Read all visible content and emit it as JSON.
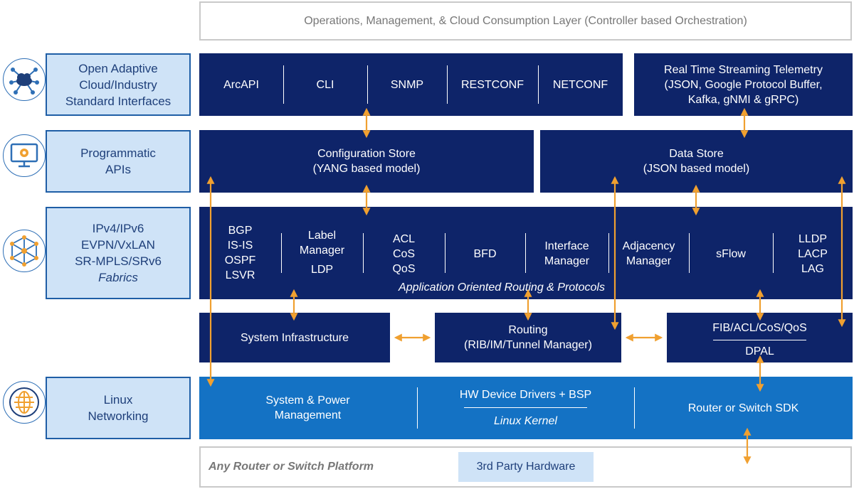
{
  "top_layer": "Operations, Management, & Cloud Consumption Layer (Controller based Orchestration)",
  "side": {
    "row1": [
      "Open Adaptive",
      "Cloud/Industry",
      "Standard Interfaces"
    ],
    "row2": [
      "Programmatic",
      "APIs"
    ],
    "row3": [
      "IPv4/IPv6",
      "EVPN/VxLAN",
      "SR-MPLS/SRv6",
      "Fabrics"
    ],
    "row4": [
      "Linux",
      "Networking"
    ]
  },
  "interfaces": [
    "ArcAPI",
    "CLI",
    "SNMP",
    "RESTCONF",
    "NETCONF"
  ],
  "telemetry": [
    "Real Time Streaming Telemetry",
    "(JSON, Google Protocol  Buffer,",
    "Kafka, gNMI & gRPC)"
  ],
  "config_store": [
    "Configuration Store",
    "(YANG based model)"
  ],
  "data_store": [
    "Data Store",
    "(JSON based model)"
  ],
  "protocols": {
    "bgp": [
      "BGP",
      "IS-IS",
      "OSPF",
      "LSVR"
    ],
    "label": [
      "Label",
      "Manager",
      "LDP"
    ],
    "acl": [
      "ACL",
      "CoS",
      "QoS"
    ],
    "bfd": "BFD",
    "interface": [
      "Interface",
      "Manager"
    ],
    "adjacency": [
      "Adjacency",
      "Manager"
    ],
    "sflow": "sFlow",
    "lldp": [
      "LLDP",
      "LACP",
      "LAG"
    ],
    "caption": "Application Oriented Routing & Protocols"
  },
  "sys_infra": "System Infrastructure",
  "routing": [
    "Routing",
    "(RIB/IM/Tunnel Manager)"
  ],
  "fib": [
    "FIB/ACL/CoS/QoS",
    "DPAL"
  ],
  "linux": {
    "power": [
      "System & Power",
      "Management"
    ],
    "drivers": "HW Device Drivers + BSP",
    "kernel": "Linux Kernel",
    "sdk": "Router or Switch SDK"
  },
  "platform": {
    "label": "Any Router or Switch Platform",
    "hardware": "3rd Party Hardware"
  },
  "icons": [
    "cloud-network-icon",
    "monitor-gear-icon",
    "network-mesh-icon",
    "globe-icon"
  ],
  "colors": {
    "navy": "#0e2469",
    "blue": "#1472c4",
    "arrow": "#f0a030",
    "side_bg": "#cfe3f7"
  }
}
